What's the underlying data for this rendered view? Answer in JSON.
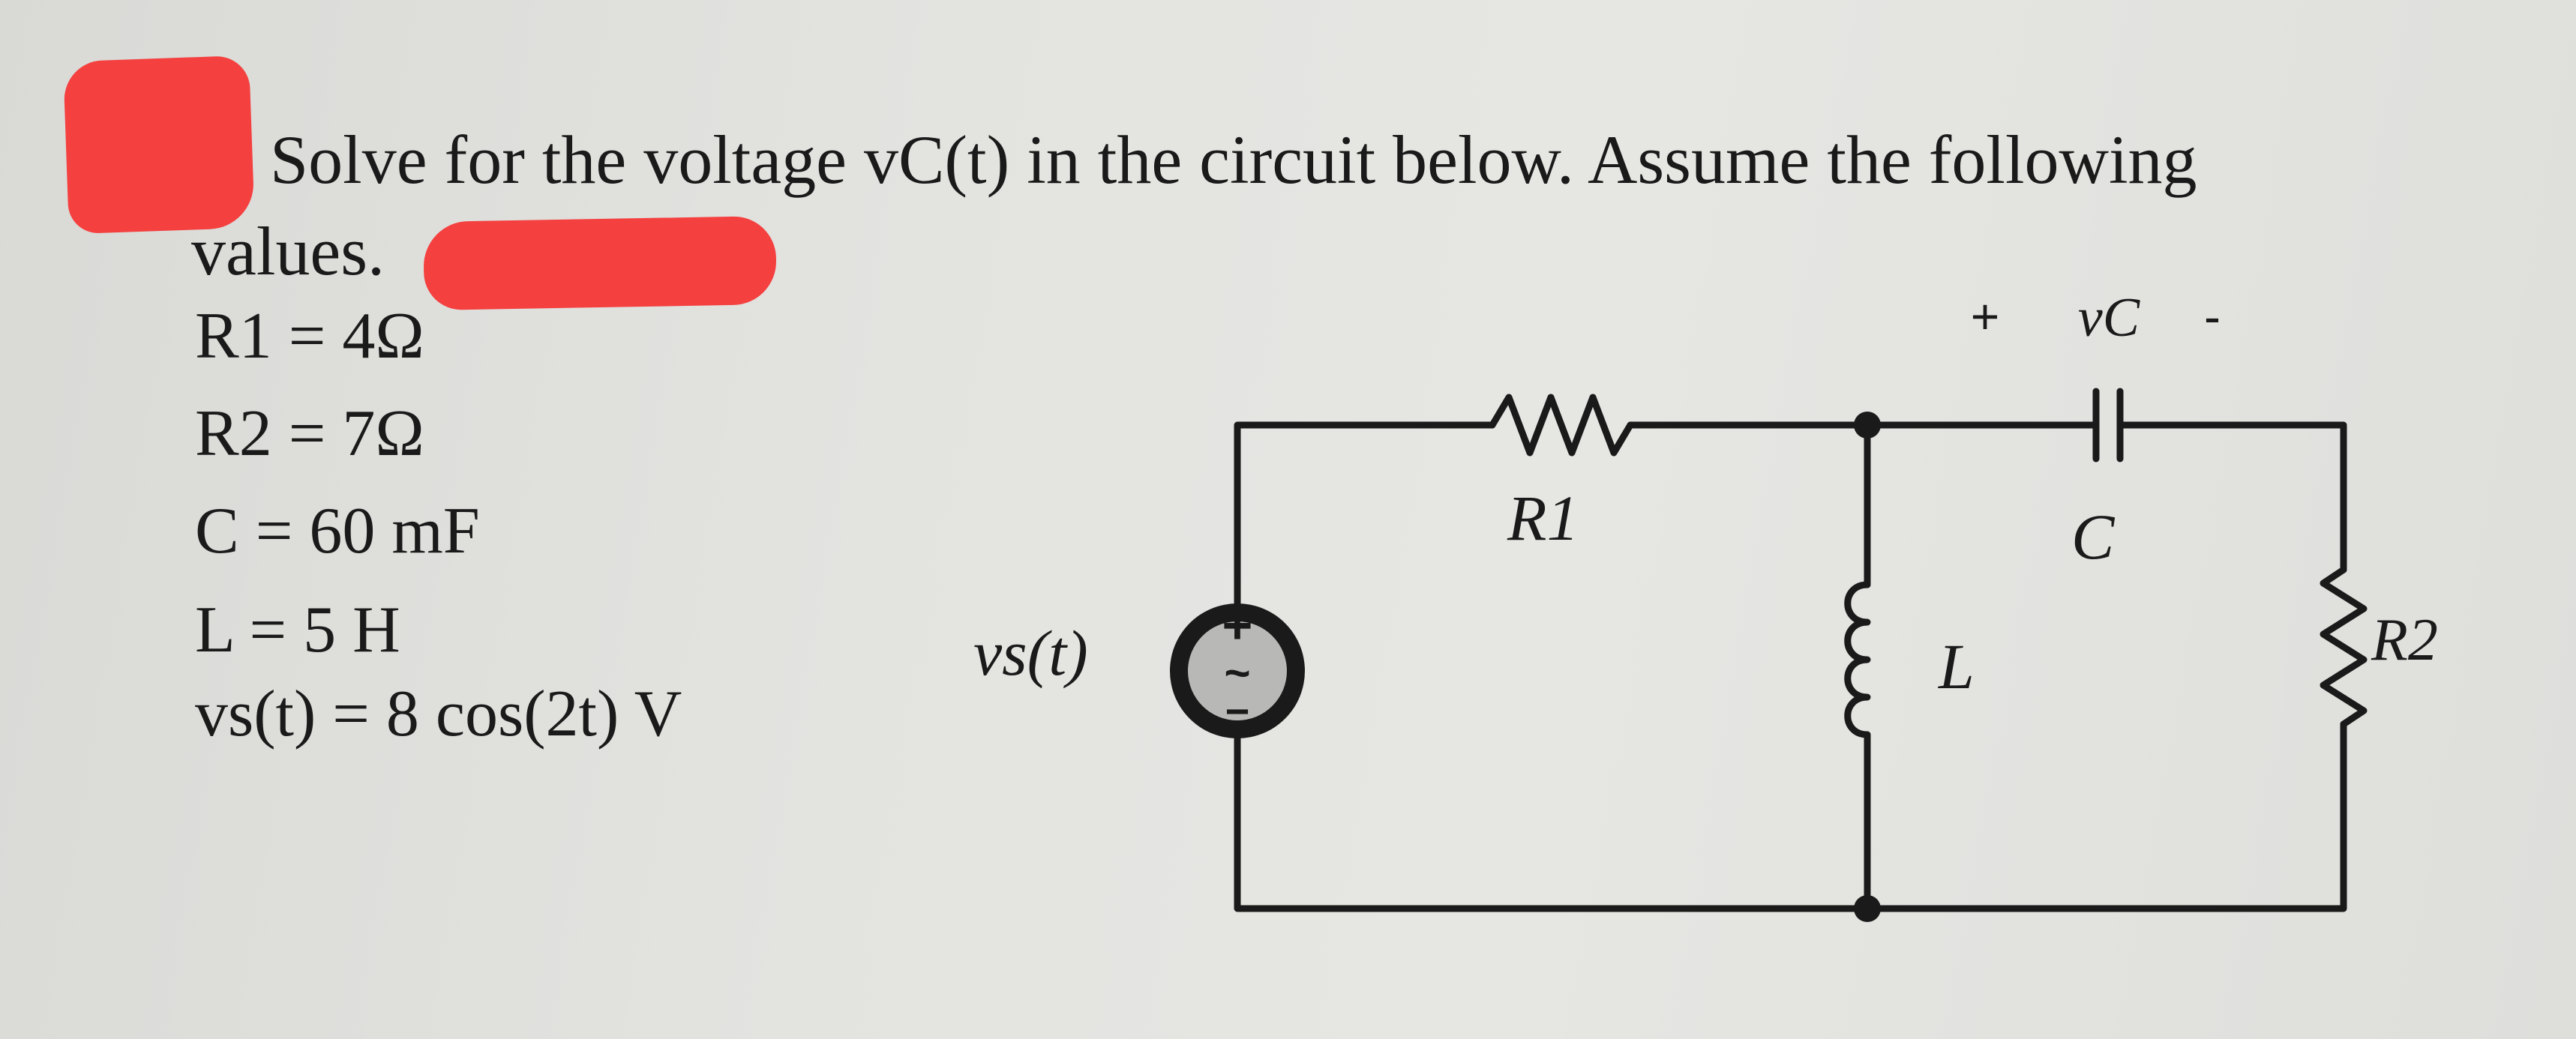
{
  "problem": {
    "line1": "Solve for the voltage vC(t) in the circuit below. Assume the following",
    "line2": "values."
  },
  "values": {
    "r1": "R1 = 4Ω",
    "r2": "R2 = 7Ω",
    "c": "C = 60 mF",
    "l": "L = 5 H",
    "vs": "vs(t) = 8 cos(2t) V"
  },
  "circuit": {
    "source_label": "vs(t)",
    "source_plus": "+",
    "source_tilde": "~",
    "source_minus": "−",
    "r1_label": "R1",
    "c_label": "C",
    "l_label": "L",
    "r2_label": "R2",
    "vc_label": "vC",
    "vc_plus": "+",
    "vc_minus": "-"
  },
  "colors": {
    "redaction": "#f4403f",
    "ink": "#1a1a1a"
  }
}
